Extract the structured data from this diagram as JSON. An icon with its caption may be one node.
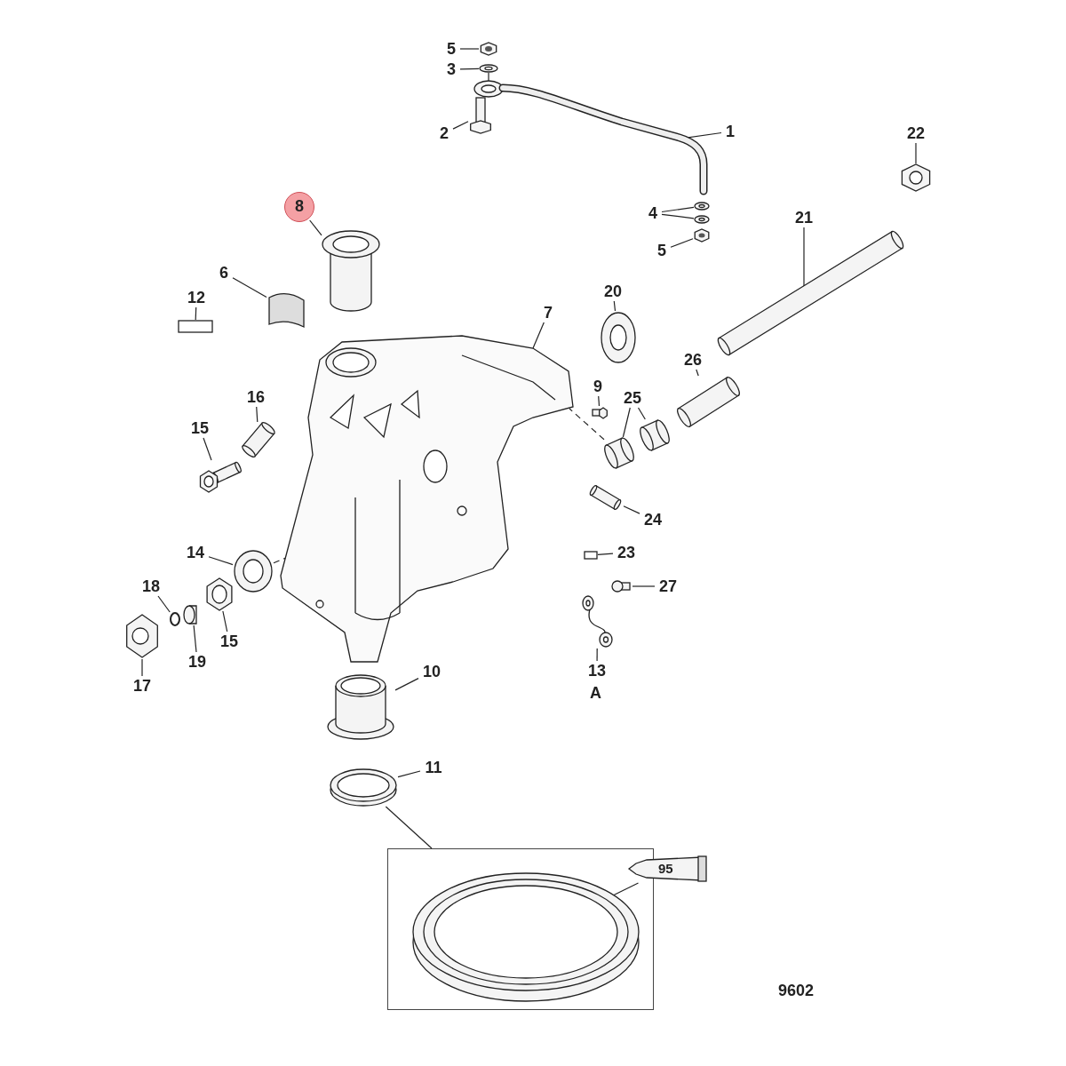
{
  "diagram": {
    "nodes": [
      {
        "text": [
          "5"
        ]
      },
      {
        "text": [],
        "shape": "picture"
      },
      {
        "text": [
          "3"
        ]
      },
      {
        "text": [],
        "shape": "picture"
      },
      {
        "text": [
          "1"
        ]
      },
      {
        "text": [],
        "shape": "picture"
      },
      {
        "text": [
          "2"
        ]
      },
      {
        "text": [],
        "shape": "picture"
      },
      {
        "text": [
          "22"
        ]
      },
      {
        "text": [],
        "shape": "picture"
      },
      {
        "text": [
          "8"
        ]
      },
      {
        "text": [],
        "shape": "cylinder"
      },
      {
        "text": [
          "21"
        ]
      },
      {
        "text": [],
        "shape": "picture"
      },
      {
        "text": [
          "4"
        ]
      },
      {
        "text": [],
        "shape": "picture"
      },
      {
        "text": [],
        "shape": "picture"
      },
      {
        "text": [
          "5"
        ]
      },
      {
        "text": [],
        "shape": "picture"
      },
      {
        "text": [
          "6"
        ]
      },
      {
        "text": [],
        "shape": "box"
      },
      {
        "text": [
          "12"
        ]
      },
      {
        "text": [],
        "shape": "box"
      },
      {
        "text": [
          "7"
        ]
      },
      {
        "text": [],
        "shape": "picture"
      },
      {
        "text": [
          "20"
        ]
      },
      {
        "text": [],
        "shape": "picture"
      },
      {
        "text": [
          "9"
        ]
      },
      {
        "text": [],
        "shape": "box"
      },
      {
        "text": [
          "26"
        ]
      },
      {
        "text": [],
        "shape": "picture"
      },
      {
        "text": [
          "25"
        ]
      },
      {
        "text": [],
        "shape": "picture"
      },
      {
        "text": [],
        "shape": "picture"
      },
      {
        "text": [
          "16"
        ]
      },
      {
        "text": [],
        "shape": "picture"
      },
      {
        "text": [
          "15"
        ]
      },
      {
        "text": [],
        "shape": "picture"
      },
      {
        "text": [
          "24"
        ]
      },
      {
        "text": [],
        "shape": "picture"
      },
      {
        "text": [
          "23"
        ]
      },
      {
        "text": [],
        "shape": "box"
      },
      {
        "text": [
          "27"
        ]
      },
      {
        "text": [],
        "shape": "circle"
      },
      {
        "text": [
          "14"
        ]
      },
      {
        "text": [],
        "shape": "picture"
      },
      {
        "text": [
          "18"
        ]
      },
      {
        "text": [],
        "shape": "circle"
      },
      {
        "text": [
          "15"
        ]
      },
      {
        "text": [],
        "shape": "picture"
      },
      {
        "text": [
          "19"
        ]
      },
      {
        "text": [],
        "shape": "cylinder"
      },
      {
        "text": [
          "17"
        ]
      },
      {
        "text": [],
        "shape": "picture"
      },
      {
        "text": [
          "13"
        ]
      },
      {
        "text": [],
        "shape": "picture"
      },
      {
        "text": [
          "10"
        ]
      },
      {
        "text": [],
        "shape": "cylinder"
      },
      {
        "text": [
          "11"
        ]
      },
      {
        "text": [],
        "shape": "picture"
      },
      {
        "text": [],
        "shape": "box"
      },
      {
        "text": [],
        "shape": "picture",
        "in": 60
      },
      {
        "text": [
          "95"
        ]
      }
    ],
    "edges": [
      {
        "from": 0,
        "to": 1,
        "arrow": "none"
      },
      {
        "from": 2,
        "to": 3,
        "arrow": "none"
      },
      {
        "from": 4,
        "to": 5,
        "arrow": "none"
      },
      {
        "from": 6,
        "to": 7,
        "arrow": "none"
      },
      {
        "from": 8,
        "to": 9,
        "arrow": "none"
      },
      {
        "from": 10,
        "to": 11,
        "arrow": "none"
      },
      {
        "from": 12,
        "to": 13,
        "arrow": "none"
      },
      {
        "from": 14,
        "to": 15,
        "arrow": "none"
      },
      {
        "from": 14,
        "to": 16,
        "arrow": "none"
      },
      {
        "from": 17,
        "to": 18,
        "arrow": "none"
      },
      {
        "from": 19,
        "to": 20,
        "arrow": "none"
      },
      {
        "from": 21,
        "to": 22,
        "arrow": "none"
      },
      {
        "from": 23,
        "to": 24,
        "arrow": "none"
      },
      {
        "from": 25,
        "to": 26,
        "arrow": "none"
      },
      {
        "from": 27,
        "to": 28,
        "arrow": "none"
      },
      {
        "from": 29,
        "to": 30,
        "arrow": "none"
      },
      {
        "from": 31,
        "to": 32,
        "arrow": "none"
      },
      {
        "from": 31,
        "to": 33,
        "arrow": "none"
      },
      {
        "from": 34,
        "to": 35,
        "arrow": "none"
      },
      {
        "from": 36,
        "to": 37,
        "arrow": "none"
      },
      {
        "from": 38,
        "to": 39,
        "arrow": "none"
      },
      {
        "from": 40,
        "to": 41,
        "arrow": "none"
      },
      {
        "from": 42,
        "to": 43,
        "arrow": "none"
      },
      {
        "from": 44,
        "to": 45,
        "arrow": "none"
      },
      {
        "from": 46,
        "to": 47,
        "arrow": "none"
      },
      {
        "from": 48,
        "to": 49,
        "arrow": "none"
      },
      {
        "from": 50,
        "to": 51,
        "arrow": "none"
      },
      {
        "from": 52,
        "to": 53,
        "arrow": "none"
      },
      {
        "from": 54,
        "to": 55,
        "arrow": "none"
      },
      {
        "from": 56,
        "to": 57,
        "arrow": "none"
      },
      {
        "from": 58,
        "to": 59,
        "arrow": "none"
      },
      {
        "from": 59,
        "to": 60,
        "arrow": "none"
      },
      {
        "from": 62,
        "to": 61,
        "arrow": "none"
      },
      {
        "from": 3,
        "to": 5,
        "arrow": "none"
      },
      {
        "from": 45,
        "to": 24,
        "arrow": "none",
        "style": "dashed"
      },
      {
        "from": 32,
        "to": 24,
        "arrow": "none",
        "style": "dashed"
      }
    ],
    "labels": [
      "A",
      "9602"
    ]
  }
}
